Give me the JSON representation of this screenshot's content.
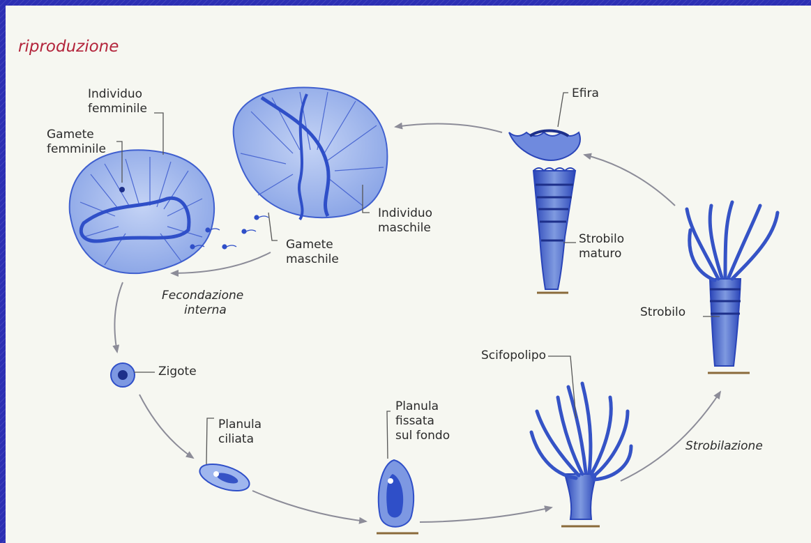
{
  "title": "riproduzione",
  "labels": {
    "individuo_femminile": [
      "Individuo",
      "femminile"
    ],
    "gamete_femminile": [
      "Gamete",
      "femminile"
    ],
    "individuo_maschile": [
      "Individuo",
      "maschile"
    ],
    "gamete_maschile": [
      "Gamete",
      "maschile"
    ],
    "fecondazione": [
      "Fecondazione",
      "interna"
    ],
    "zigote": "Zigote",
    "planula_ciliata": [
      "Planula",
      "ciliata"
    ],
    "planula_fissata": [
      "Planula",
      "fissata",
      "sul fondo"
    ],
    "scifopolipo": "Scifopolipo",
    "strobilazione": "Strobilazione",
    "strobilo": "Strobilo",
    "strobilo_maturo": [
      "Strobilo",
      "maturo"
    ],
    "efira": "Efira"
  },
  "colors": {
    "figure_fill": "#9fb6ee",
    "figure_dark": "#2f4fc8",
    "arrow": "#8c8c98",
    "title": "#b3243b",
    "frame": "#2c2fb4"
  }
}
